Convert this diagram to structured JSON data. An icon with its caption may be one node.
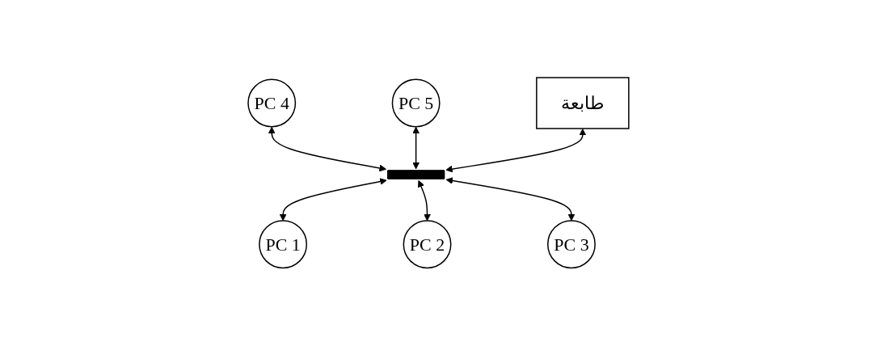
{
  "diagram": {
    "nodes": [
      {
        "text": [
          "PC 4"
        ]
      },
      {
        "text": [
          "PC 5"
        ]
      },
      {
        "text": [
          "طابعة"
        ]
      },
      {
        "text": [],
        "shape": "bar"
      },
      {
        "text": [
          "PC 1"
        ]
      },
      {
        "text": [
          "PC 2"
        ]
      },
      {
        "text": [
          "PC 3"
        ]
      }
    ],
    "edges": [
      {
        "from": 0,
        "to": 3,
        "arrow": "both"
      },
      {
        "from": 1,
        "to": 3,
        "arrow": "both"
      },
      {
        "from": 2,
        "to": 3,
        "arrow": "both"
      },
      {
        "from": 3,
        "to": 4,
        "arrow": "both"
      },
      {
        "from": 3,
        "to": 5,
        "arrow": "both"
      },
      {
        "from": 3,
        "to": 6,
        "arrow": "both"
      }
    ]
  }
}
